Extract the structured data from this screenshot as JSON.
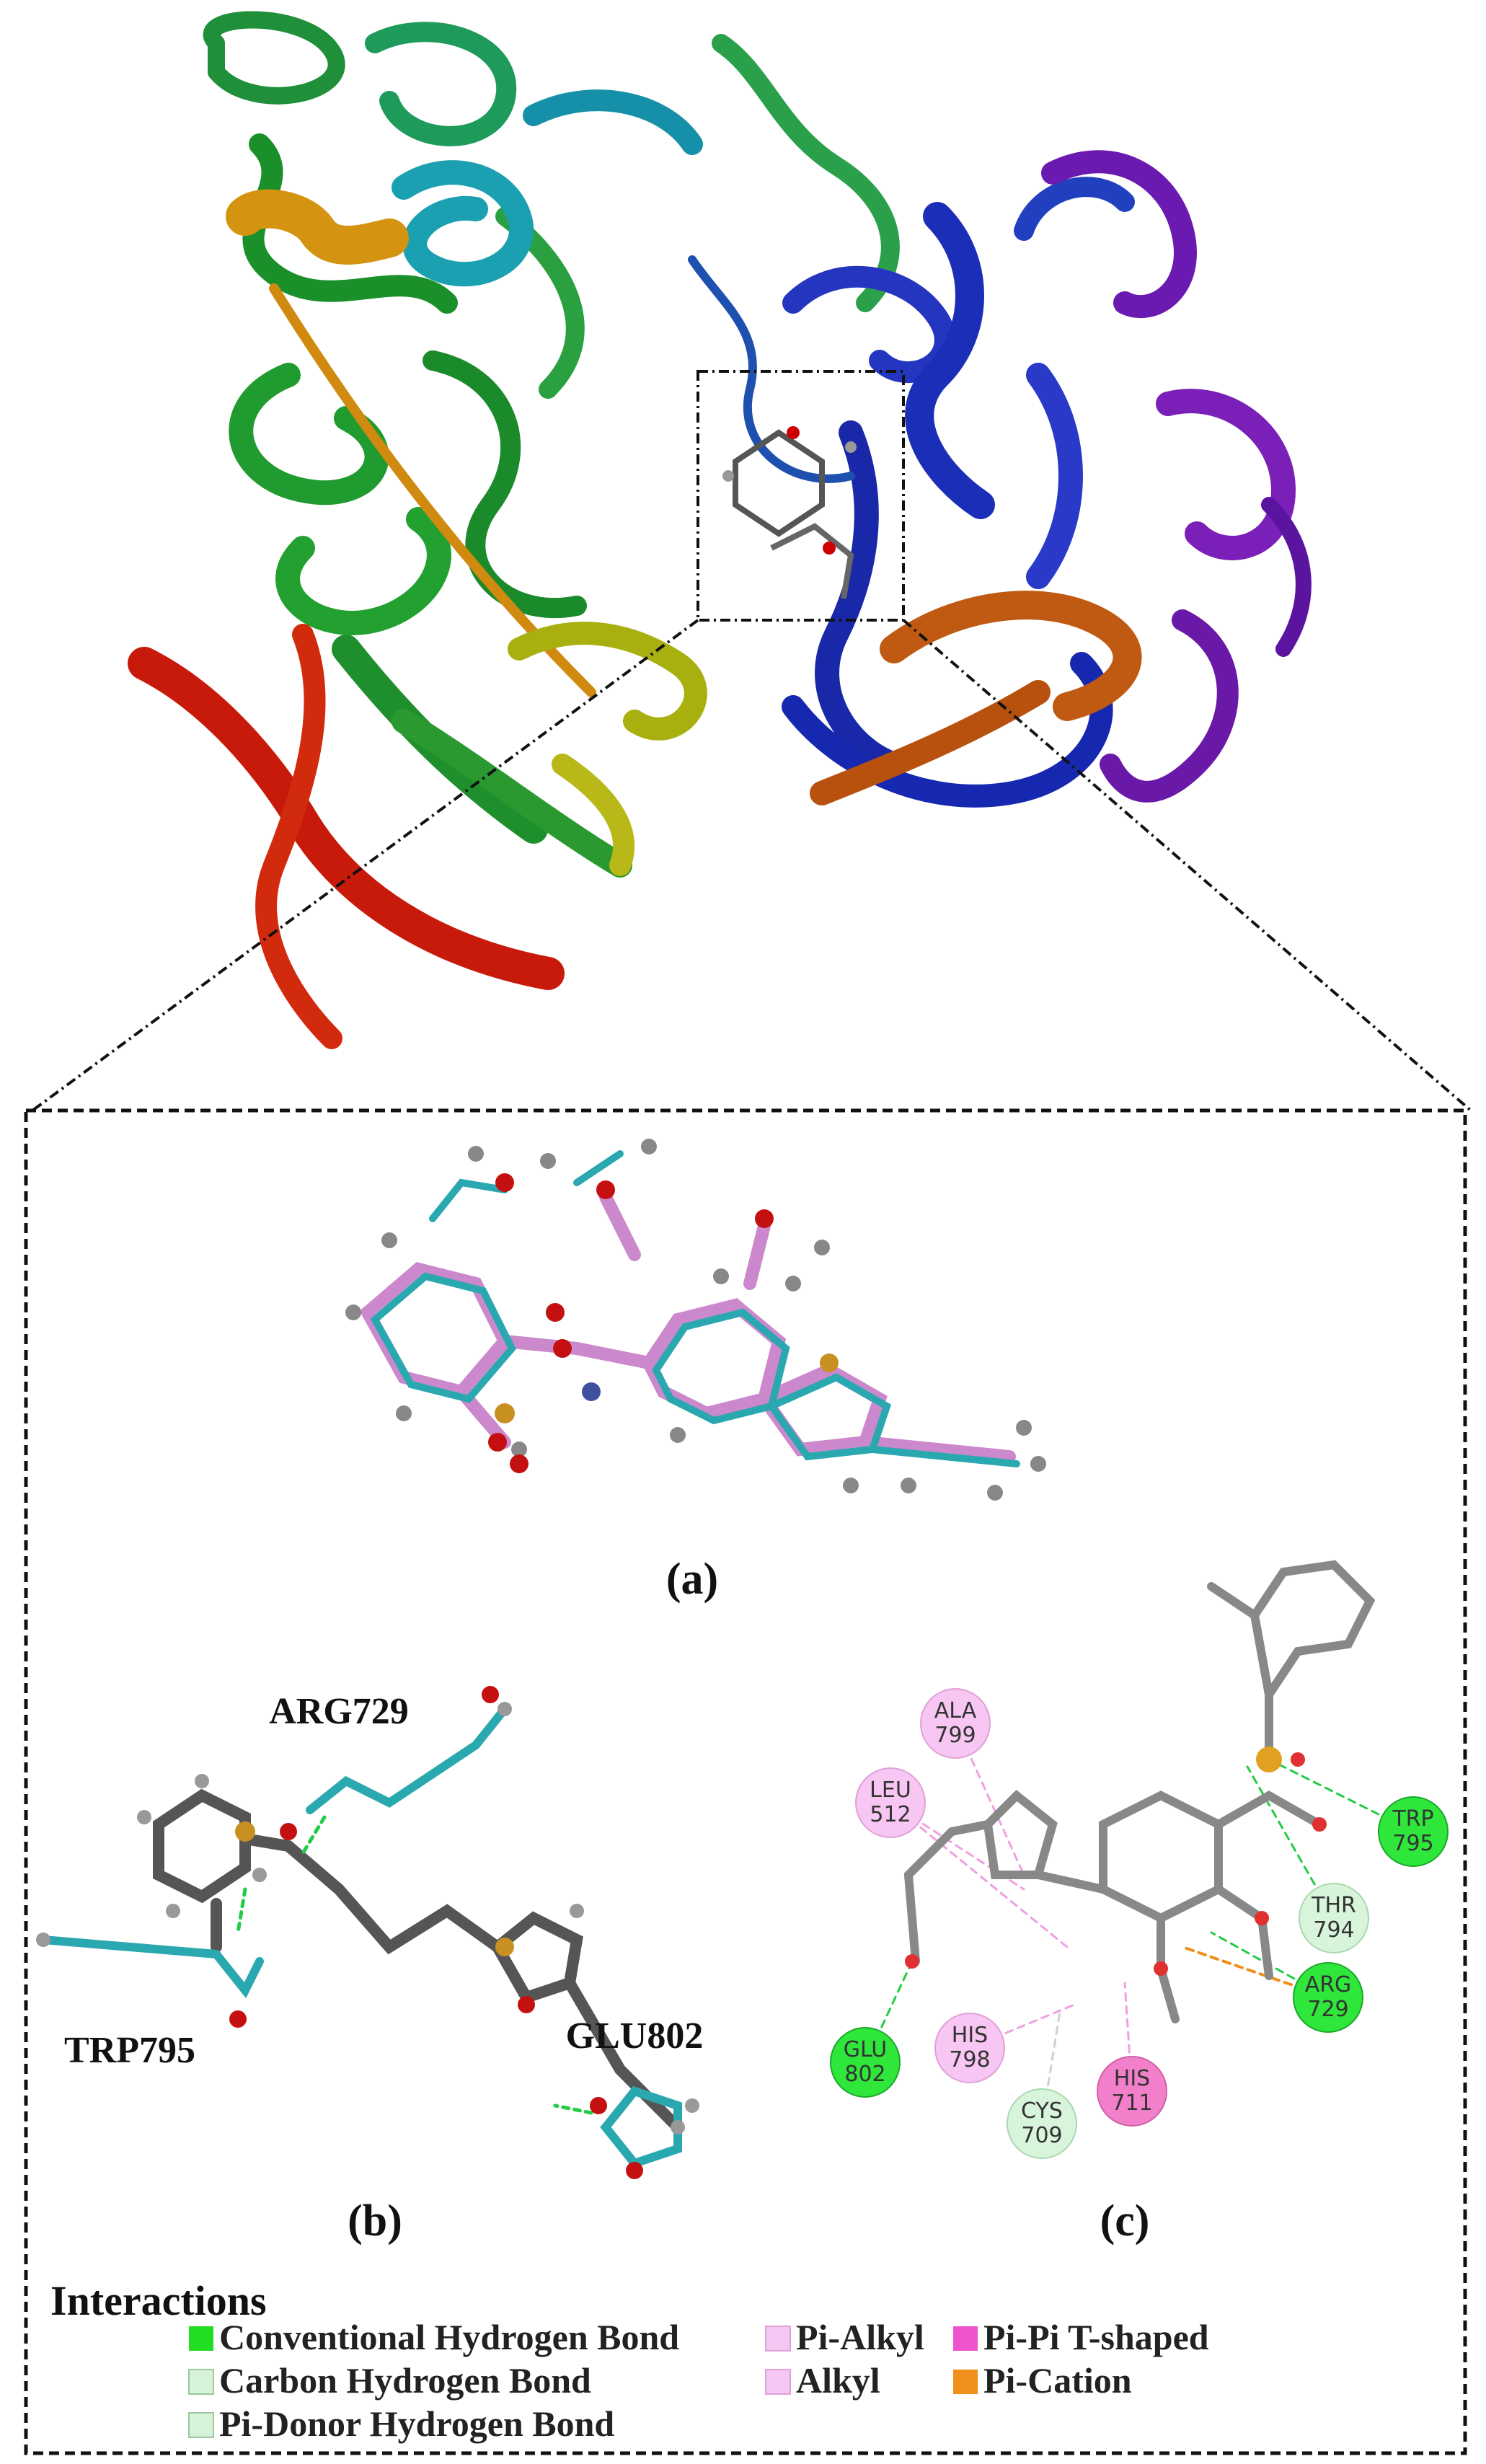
{
  "panel_labels": {
    "a": "(a)",
    "b": "(b)",
    "c": "(c)"
  },
  "panel_b_residues": {
    "arg": "ARG729",
    "trp": "TRP795",
    "glu": "GLU802"
  },
  "panel_c_residues": [
    {
      "id": "ala799",
      "line1": "ALA",
      "line2": "799",
      "color": "#f7c6f2"
    },
    {
      "id": "leu512",
      "line1": "LEU",
      "line2": "512",
      "color": "#f7c6f2"
    },
    {
      "id": "trp795",
      "line1": "TRP",
      "line2": "795",
      "color": "#2fe63a"
    },
    {
      "id": "thr794",
      "line1": "THR",
      "line2": "794",
      "color": "#d8f5dc"
    },
    {
      "id": "arg729",
      "line1": "ARG",
      "line2": "729",
      "color": "#2fe63a"
    },
    {
      "id": "glu802",
      "line1": "GLU",
      "line2": "802",
      "color": "#2fe63a"
    },
    {
      "id": "his798",
      "line1": "HIS",
      "line2": "798",
      "color": "#f7c6f2"
    },
    {
      "id": "cys709",
      "line1": "CYS",
      "line2": "709",
      "color": "#d8f5dc"
    },
    {
      "id": "his711",
      "line1": "HIS",
      "line2": "711",
      "color": "#f27fc9"
    }
  ],
  "legend": {
    "title": "Interactions",
    "items": [
      {
        "label": "Conventional Hydrogen Bond",
        "color": "#22dd22"
      },
      {
        "label": "Carbon Hydrogen Bond",
        "color": "#d6f3d8"
      },
      {
        "label": "Pi-Donor Hydrogen Bond",
        "color": "#d6f3d8"
      },
      {
        "label": "Pi-Alkyl",
        "color": "#f5c8f3"
      },
      {
        "label": "Alkyl",
        "color": "#f5c8f3"
      },
      {
        "label": "Pi-Pi T-shaped",
        "color": "#ee55cc"
      },
      {
        "label": "Pi-Cation",
        "color": "#f0901a"
      }
    ]
  }
}
